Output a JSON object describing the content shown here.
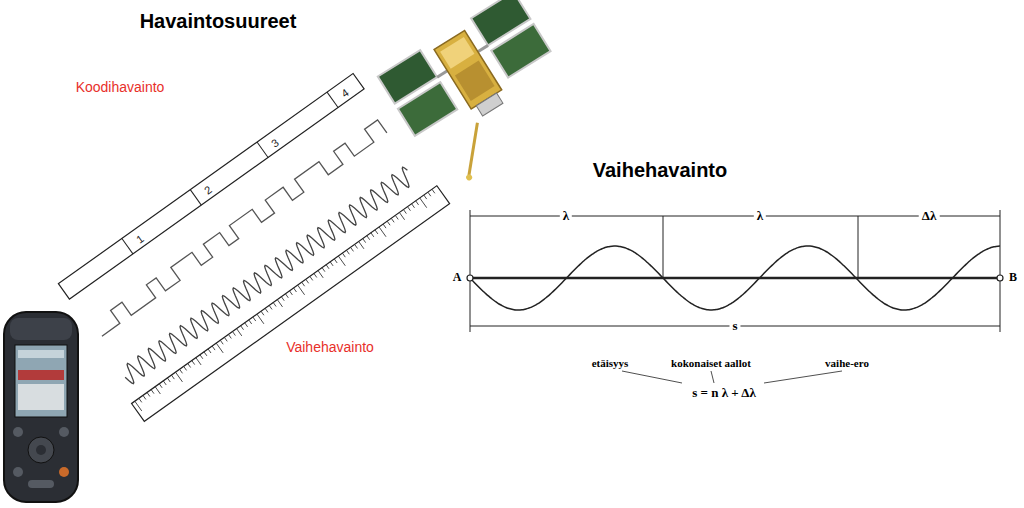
{
  "diagram": {
    "title": "Havaintosuureet",
    "labels": [
      "Koodihavainto",
      "1",
      "2",
      "3",
      "4",
      "Vaihehavainto",
      "Vaihehavainto",
      "λ",
      "λ",
      "Δλ",
      "A",
      "B",
      "s",
      "etäisyys",
      "kokonaiset aallot",
      "vaihe-ero",
      "s = n λ + Δλ"
    ]
  }
}
